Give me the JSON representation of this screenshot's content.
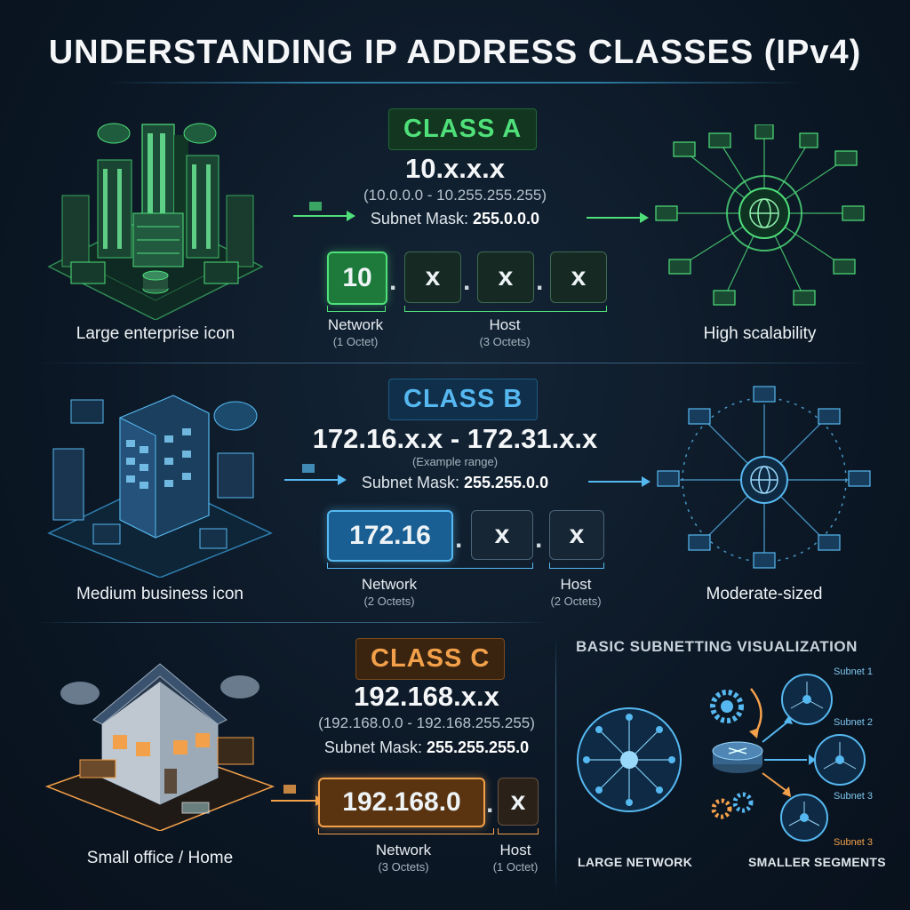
{
  "title": "UNDERSTANDING IP ADDRESS CLASSES (IPv4)",
  "class_a": {
    "badge": "CLASS A",
    "address": "10.x.x.x",
    "range": "(10.0.0.0 - 10.255.255.255)",
    "mask_label": "Subnet Mask:",
    "mask_value": "255.0.0.0",
    "octets": [
      "10",
      "x",
      "x",
      "x"
    ],
    "network_label": "Network",
    "network_sub": "(1 Octet)",
    "host_label": "Host",
    "host_sub": "(3 Octets)",
    "left_caption": "Large enterprise icon",
    "right_caption": "High scalability",
    "color": "#4fe07a"
  },
  "class_b": {
    "badge": "CLASS B",
    "address": "172.16.x.x - 172.31.x.x",
    "range": "(Example range)",
    "mask_label": "Subnet Mask:",
    "mask_value": "255.255.0.0",
    "octets": [
      "172.16",
      "x",
      "x"
    ],
    "network_label": "Network",
    "network_sub": "(2 Octets)",
    "host_label": "Host",
    "host_sub": "(2 Octets)",
    "left_caption": "Medium business icon",
    "right_caption": "Moderate-sized",
    "color": "#56b8f0"
  },
  "class_c": {
    "badge": "CLASS C",
    "address": "192.168.x.x",
    "range": "(192.168.0.0 - 192.168.255.255)",
    "mask_label": "Subnet Mask:",
    "mask_value": "255.255.255.0",
    "octets": [
      "192.168.0",
      "x"
    ],
    "network_label": "Network",
    "network_sub": "(3 Octets)",
    "host_label": "Host",
    "host_sub": "(1 Octet)",
    "left_caption": "Small office / Home",
    "color": "#f3a04a"
  },
  "subnetting": {
    "title": "BASIC SUBNETTING VISUALIZATION",
    "large_network": "LARGE NETWORK",
    "smaller_segments": "SMALLER SEGMENTS",
    "subnets": [
      "Subnet 1",
      "Subnet 2",
      "Subnet 3",
      "Subnet 3"
    ]
  }
}
